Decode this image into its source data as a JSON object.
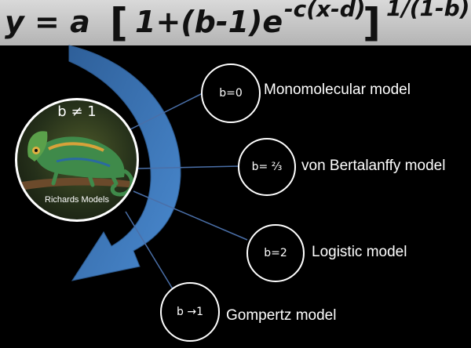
{
  "formula": {
    "main": "y = a",
    "left_bracket": "[",
    "inner": "1+(b-1)e",
    "exponent_inner": "-c(x-d)",
    "right_bracket": "]",
    "exponent_outer": "1/(1-b)"
  },
  "center": {
    "top_label": "b ≠ 1",
    "bottom_label": "Richards Models",
    "image": "chameleon-photo"
  },
  "nodes": [
    {
      "condition": "b=0",
      "model": "Monomolecular model"
    },
    {
      "condition": "b= ⅔",
      "model": "von Bertalanffy model"
    },
    {
      "condition": "b=2",
      "model": "Logistic model"
    },
    {
      "condition": "b →1",
      "model": "Gompertz model"
    }
  ],
  "colors": {
    "background": "#000000",
    "arrow": "#3f7ec2",
    "connector": "#4a6fa8",
    "formula_bar": "#c8c8c8"
  }
}
